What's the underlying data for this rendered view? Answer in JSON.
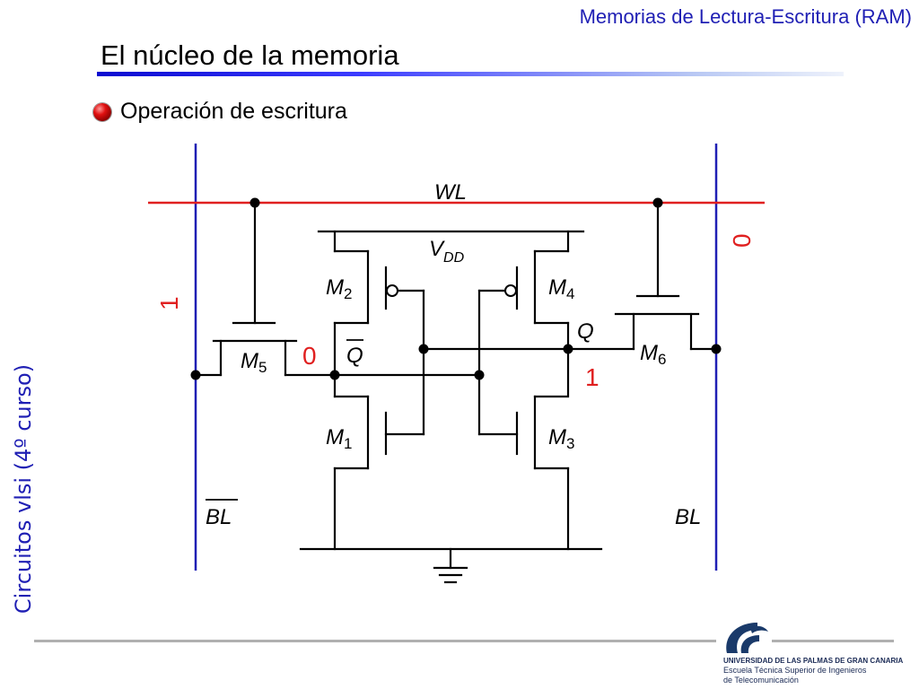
{
  "header": {
    "title": "Memorias de Lectura-Escritura (RAM)"
  },
  "slide": {
    "title": "El núcleo de la memoria",
    "bullet": "Operación de escritura",
    "side_label": "Circuitos vlsi (4º curso)"
  },
  "circuit": {
    "wl": "WL",
    "vdd_main": "V",
    "vdd_sub": "DD",
    "m_letter": "M",
    "m1": "1",
    "m2": "2",
    "m3": "3",
    "m4": "4",
    "m5": "5",
    "m6": "6",
    "q": "Q",
    "qbar": "Q",
    "bl": "BL",
    "blbar": "BL",
    "val_blbar": "1",
    "val_bl": "0",
    "val_qbar": "0",
    "val_q": "1"
  },
  "footer": {
    "uni_name": "UNIVERSIDAD DE LAS PALMAS DE GRAN CANARIA",
    "school_line1": "Escuela Técnica Superior de Ingenieros",
    "school_line2": "de Telecomunicación"
  },
  "colors": {
    "blue": "#1f1fb4",
    "red": "#e02020",
    "accent": "#1f1fb4"
  }
}
